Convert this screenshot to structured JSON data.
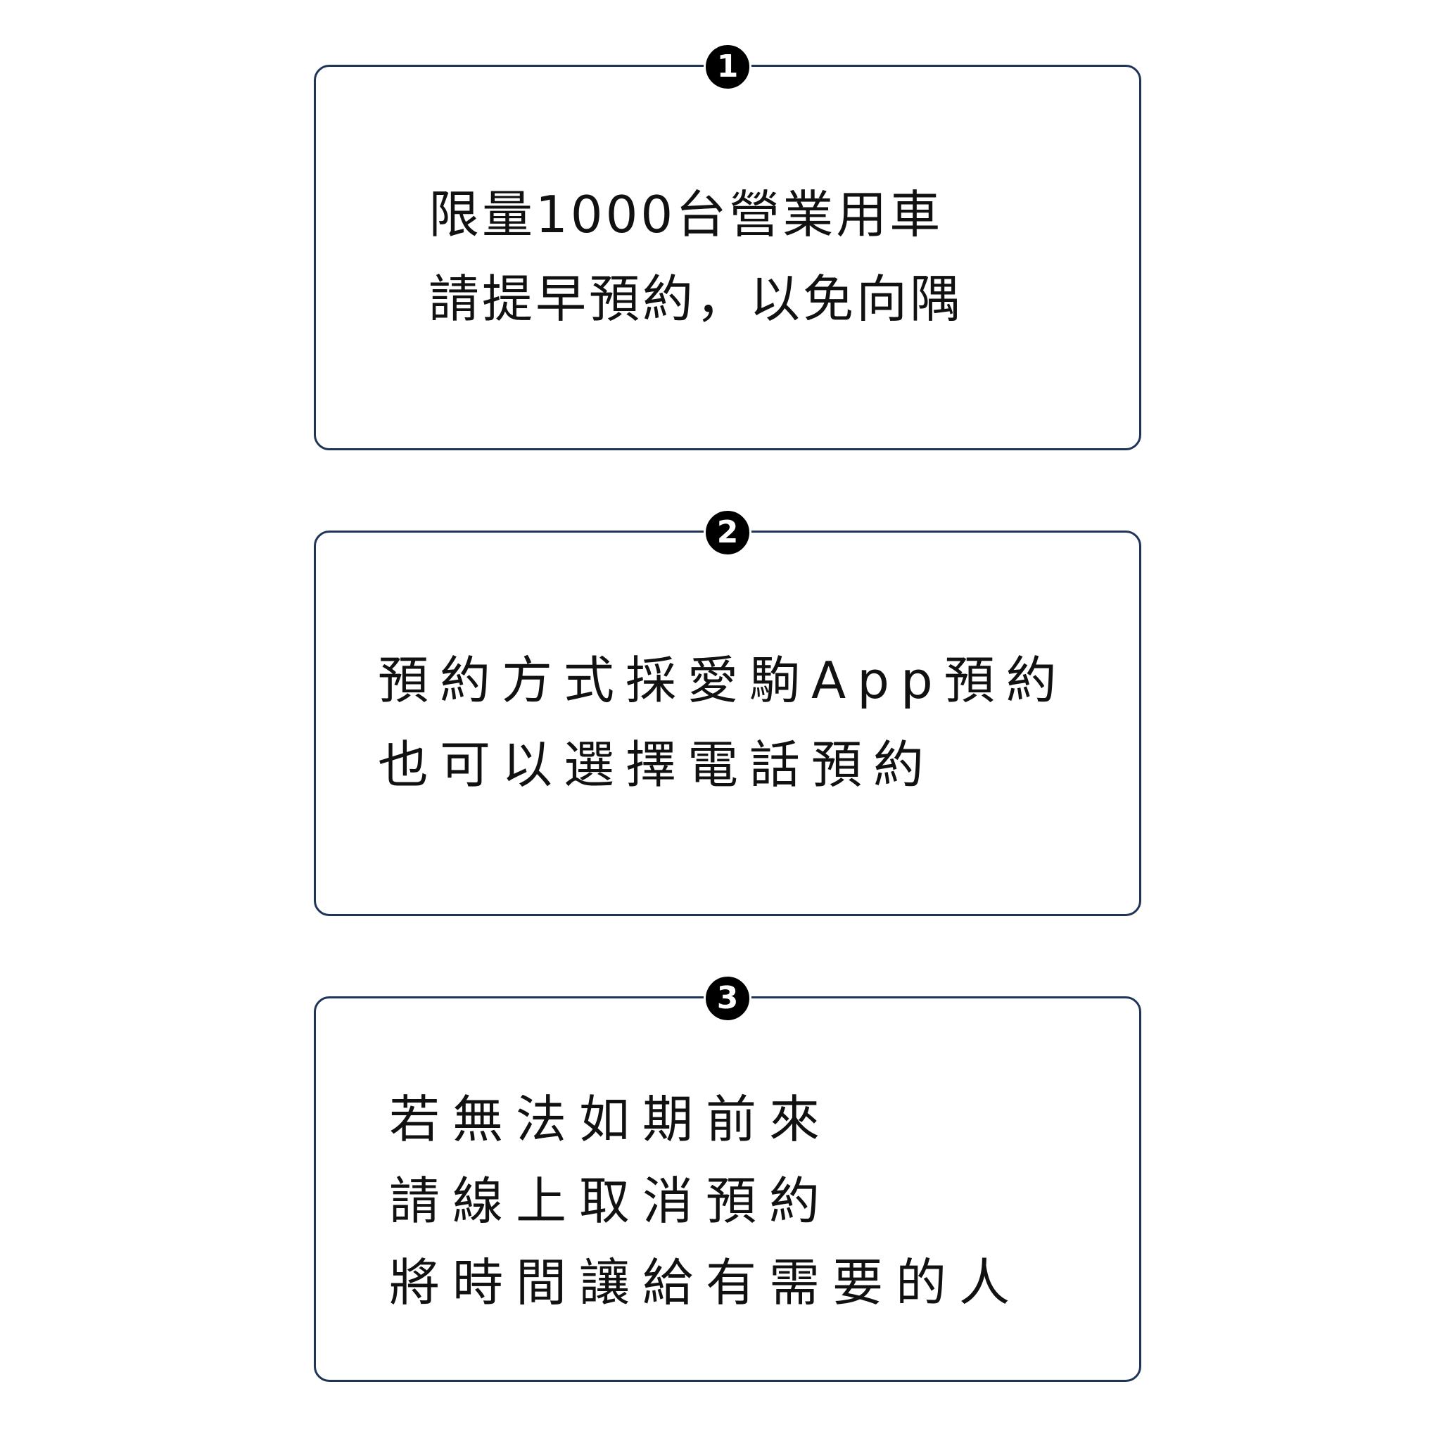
{
  "steps": [
    {
      "number": "1",
      "lines": [
        "限量1000台營業用車",
        "請提早預約，以免向隅"
      ]
    },
    {
      "number": "2",
      "lines": [
        "預約方式採愛駒App預約",
        "也可以選擇電話預約"
      ]
    },
    {
      "number": "3",
      "lines": [
        "若無法如期前來",
        "請線上取消預約",
        "將時間讓給有需要的人"
      ]
    }
  ],
  "colors": {
    "border": "#1f3558",
    "badge": "#000000",
    "text": "#111111"
  }
}
